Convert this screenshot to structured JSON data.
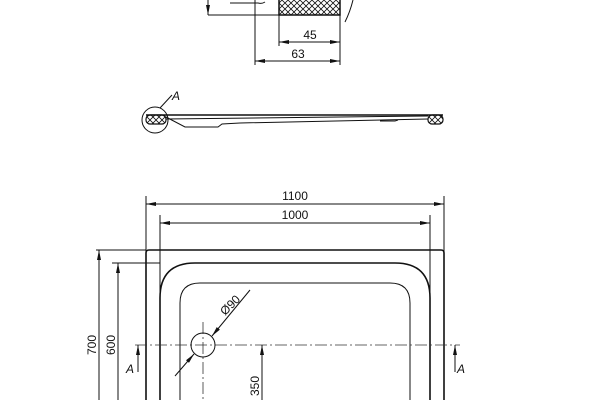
{
  "detail": {
    "dim_inner": "45",
    "dim_outer": "63"
  },
  "section": {
    "marker": "A"
  },
  "plan": {
    "width_outer": "1100",
    "width_inner": "1000",
    "depth_outer": "700",
    "depth_inner": "600",
    "drain_offset": "350",
    "drain_diameter": "Ø90",
    "section_mark_left": "A",
    "section_mark_right": "A"
  }
}
